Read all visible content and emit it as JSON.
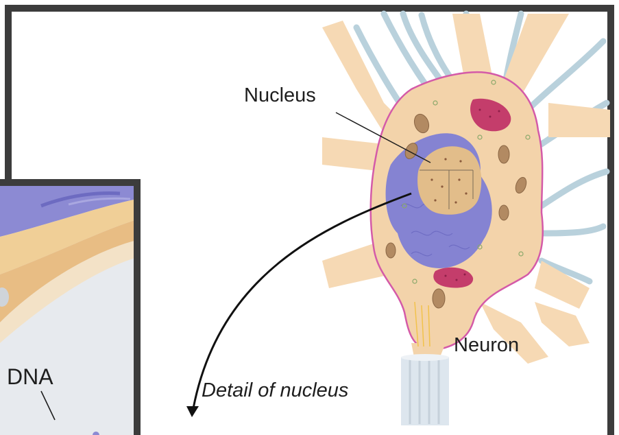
{
  "labels": {
    "nucleus": "Nucleus",
    "neuron": "Neuron",
    "detail": "Detail of nucleus",
    "dna": "DNA"
  },
  "colors": {
    "frame": "#3c3c3c",
    "background": "#ffffff",
    "cytoplasm": "#f6d9b4",
    "membrane": "#d45aa8",
    "chromatin": "#7f7ccf",
    "nucleoplasm": "#e2bd8a",
    "rough_er": "#c43d6b",
    "mitochondria": "#b28a62",
    "dendrites": "#b9d1dc",
    "axon": "#dde6ee",
    "inset_envelope": "#8c8ad3",
    "inset_band": "#e8bd84",
    "inset_bg": "#e7eaee"
  }
}
